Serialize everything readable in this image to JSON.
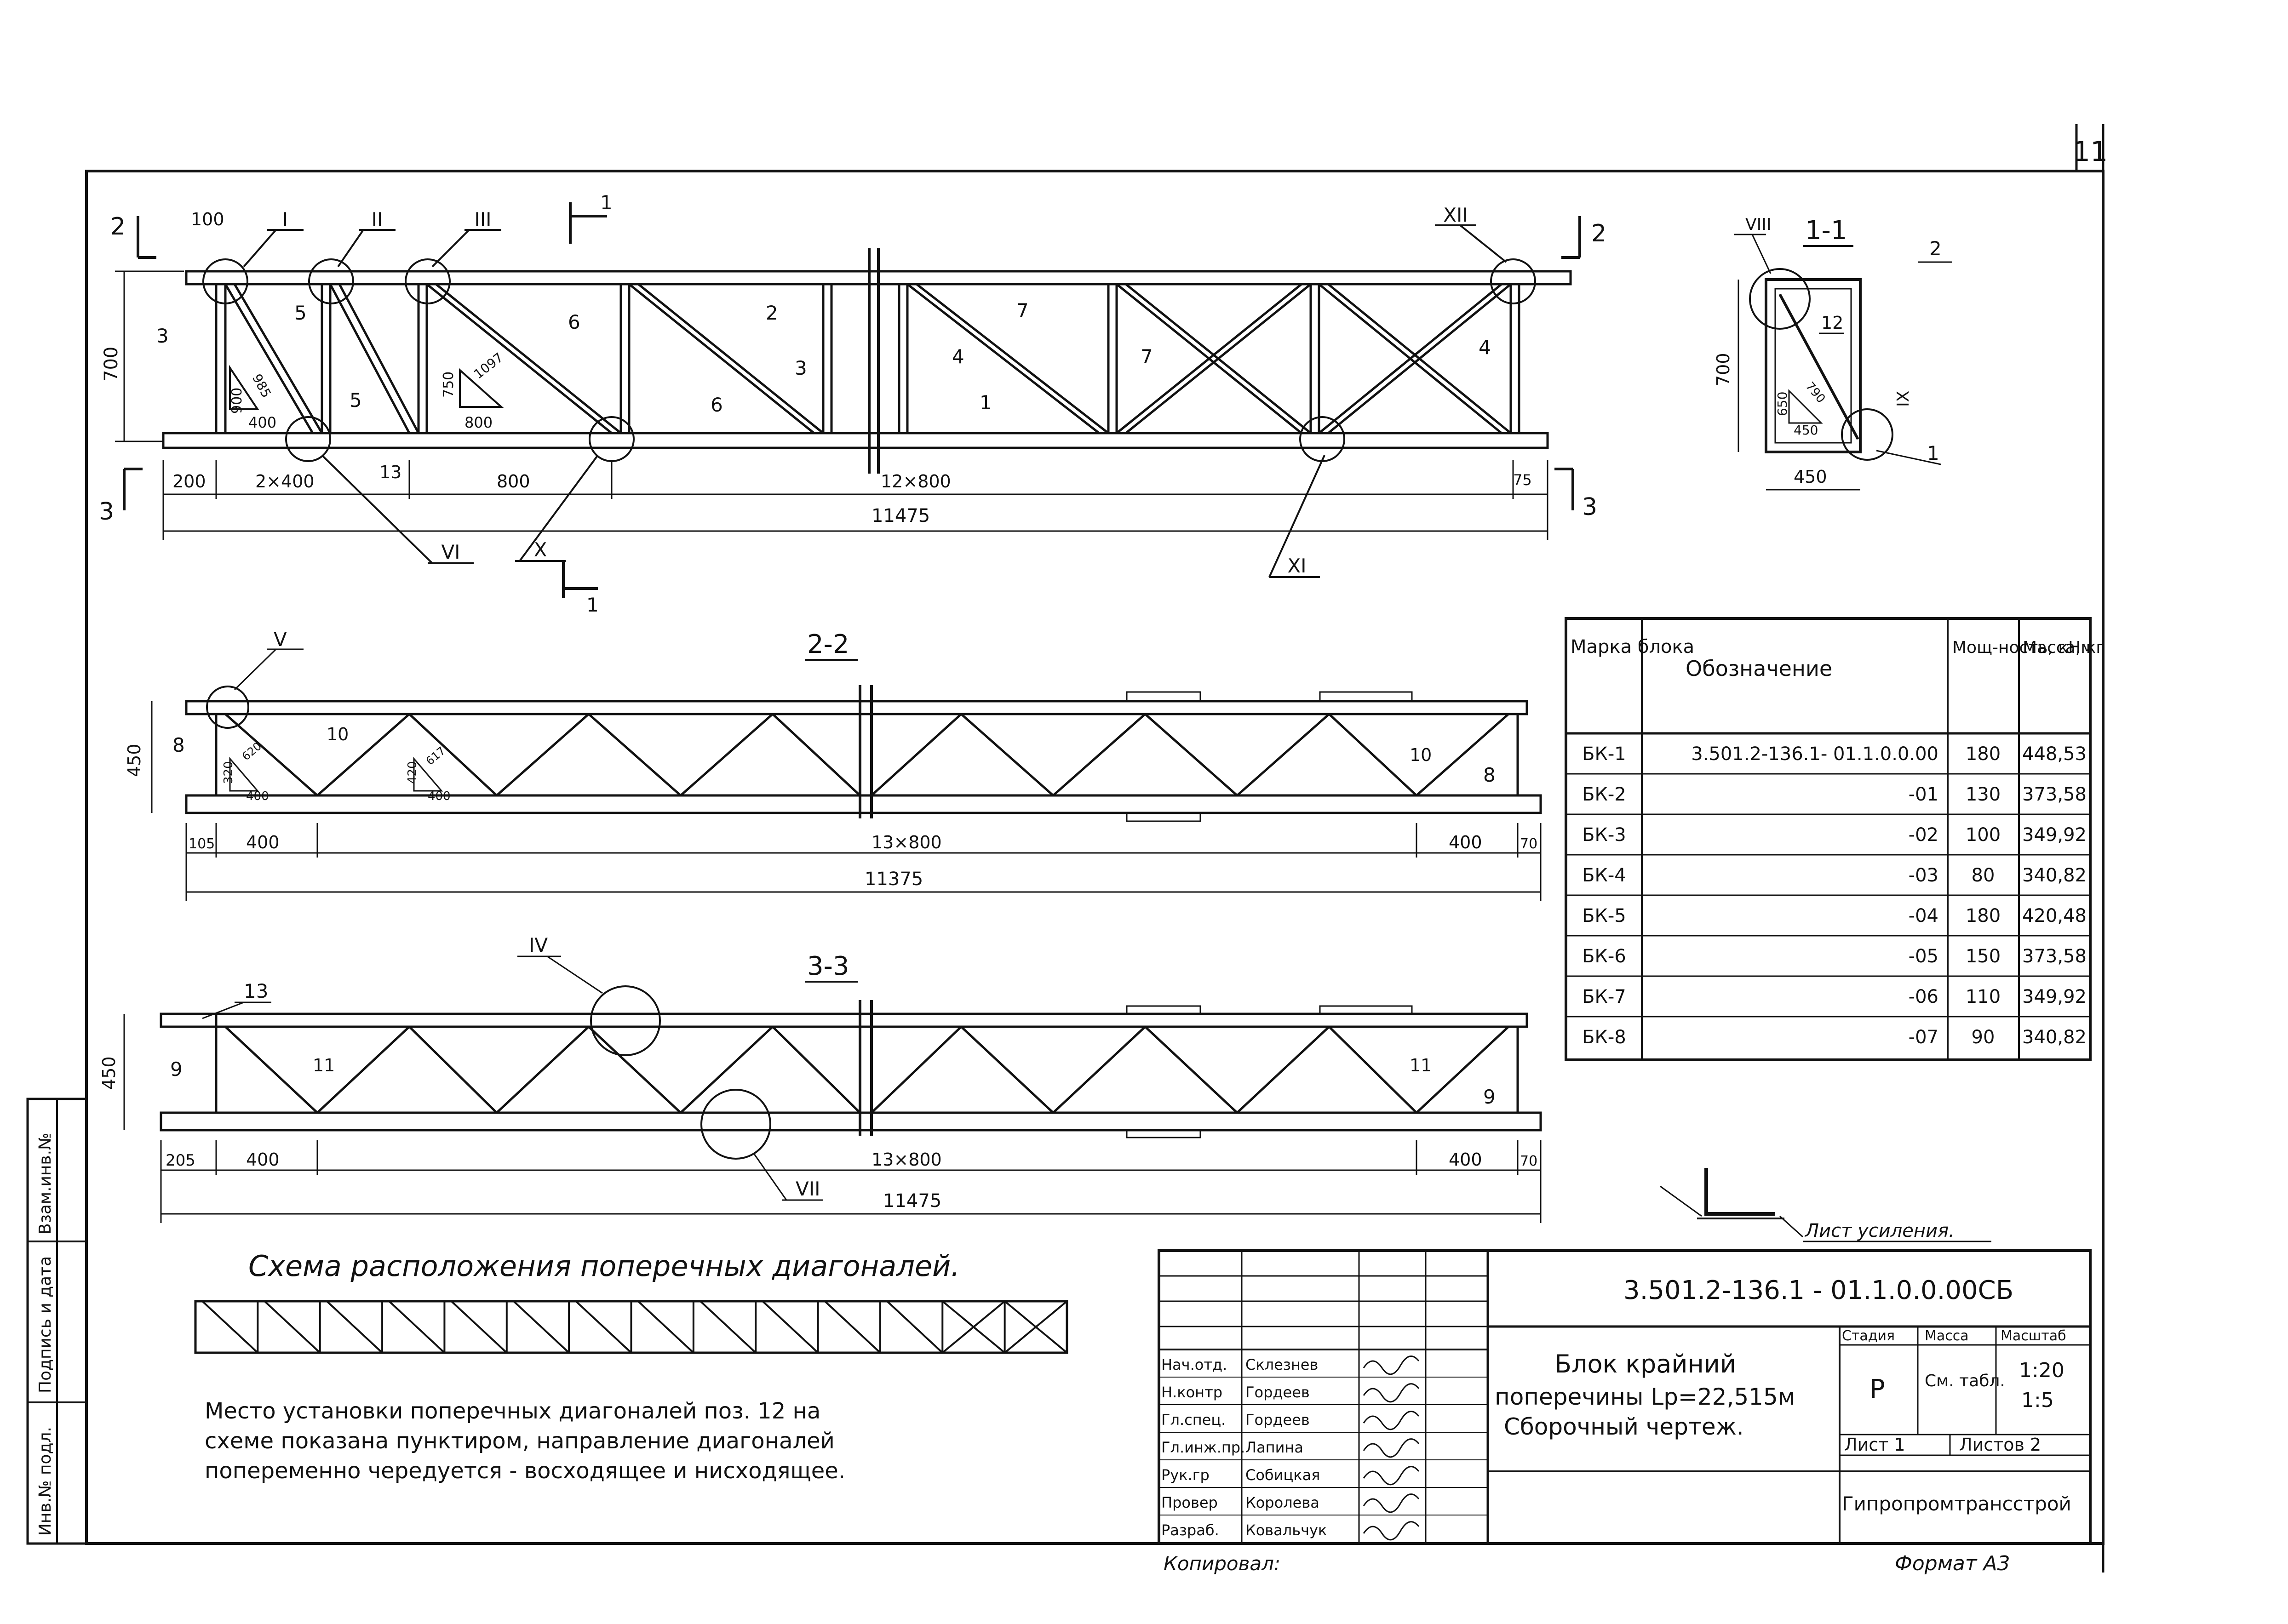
{
  "sheet": {
    "number": "11",
    "format": "Формат А3",
    "copied_by": "Копировал:"
  },
  "side_stamp": {
    "labels": [
      "Инв.№ подл.",
      "Подпись и дата",
      "Взам.инв.№"
    ]
  },
  "view_elevation": {
    "section_marks": {
      "s1_top": "1",
      "s1_bottom": "1",
      "s2_left": "2",
      "s2_right": "2",
      "s3_left": "3",
      "s3_right": "3"
    },
    "nodes": [
      "I",
      "II",
      "III",
      "XII",
      "VI",
      "X",
      "XI"
    ],
    "positions": [
      "1",
      "2",
      "3",
      "4",
      "5",
      "6",
      "7",
      "13"
    ],
    "dims": {
      "height": "700",
      "top_offset": "100",
      "left_end": "200",
      "first_spans": "2×400",
      "next_span": "800",
      "main_spans": "12×800",
      "right_end": "75",
      "total": "11475",
      "tri1": [
        "900",
        "985",
        "400"
      ],
      "tri2": [
        "750",
        "1097",
        "800"
      ]
    }
  },
  "view_section_1_1": {
    "title": "1-1",
    "nodes": [
      "VIII",
      "IX"
    ],
    "positions": [
      "2",
      "12",
      "1"
    ],
    "dims": {
      "height": "700",
      "width": "450",
      "tri": [
        "650",
        "790",
        "450"
      ]
    }
  },
  "view_section_2_2": {
    "title": "2-2",
    "node": "V",
    "positions": [
      "8",
      "10"
    ],
    "dims": {
      "height": "450",
      "left_end": "105",
      "first": "400",
      "main": "13×800",
      "last": "400",
      "right_end": "70",
      "total": "11375",
      "tri1": [
        "320",
        "620",
        "400"
      ],
      "tri2": [
        "420",
        "617",
        "400"
      ]
    }
  },
  "view_section_3_3": {
    "title": "3-3",
    "nodes": [
      "IV",
      "VII"
    ],
    "positions": [
      "13",
      "9",
      "11"
    ],
    "dims": {
      "height": "450",
      "left_end": "205",
      "first": "400",
      "main": "13×800",
      "last": "400",
      "right_end": "70",
      "total": "11475"
    }
  },
  "reinforcement_note": "Лист усиления.",
  "diagonal_scheme": {
    "title": "Схема расположения поперечных диагоналей.",
    "note_lines": [
      "Место установки поперечных диагоналей поз. 12 на",
      "схеме показана пунктиром, направление диагоналей",
      "попеременно чередуется - восходящее и нисходящее."
    ]
  },
  "block_table": {
    "headers": [
      "Марка блока",
      "Обозначение",
      "Мощ-ность, кНм",
      "Масса, кг"
    ],
    "rows": [
      {
        "mark": "БК-1",
        "designation": "3.501.2-136.1- 01.1.0.0.00",
        "power": "180",
        "mass": "448,53"
      },
      {
        "mark": "БК-2",
        "designation": "-01",
        "power": "130",
        "mass": "373,58"
      },
      {
        "mark": "БК-3",
        "designation": "-02",
        "power": "100",
        "mass": "349,92"
      },
      {
        "mark": "БК-4",
        "designation": "-03",
        "power": "80",
        "mass": "340,82"
      },
      {
        "mark": "БК-5",
        "designation": "-04",
        "power": "180",
        "mass": "420,48"
      },
      {
        "mark": "БК-6",
        "designation": "-05",
        "power": "150",
        "mass": "373,58"
      },
      {
        "mark": "БК-7",
        "designation": "-06",
        "power": "110",
        "mass": "349,92"
      },
      {
        "mark": "БК-8",
        "designation": "-07",
        "power": "90",
        "mass": "340,82"
      }
    ]
  },
  "title_block": {
    "code": "3.501.2-136.1 - 01.1.0.0.00СБ",
    "title_lines": [
      "Блок крайний",
      "поперечины Lр=22,515м",
      "Сборочный чертеж."
    ],
    "stage_label": "Стадия",
    "mass_label": "Масса",
    "scale_label": "Масштаб",
    "stage": "Р",
    "mass": "См. табл.",
    "scale": [
      "1:20",
      "1:5"
    ],
    "sheet": "Лист 1",
    "sheets": "Листов 2",
    "org": "Гипропромтрансстрой",
    "roles": [
      {
        "role": "Нач.отд.",
        "name": "Склезнев"
      },
      {
        "role": "Н.контр",
        "name": "Гордеев"
      },
      {
        "role": "Гл.спец.",
        "name": "Гордеев"
      },
      {
        "role": "Гл.инж.пр.",
        "name": "Лапина"
      },
      {
        "role": "Рук.гр",
        "name": "Собицкая"
      },
      {
        "role": "Провер",
        "name": "Королева"
      },
      {
        "role": "Разраб.",
        "name": "Ковальчук"
      }
    ]
  }
}
